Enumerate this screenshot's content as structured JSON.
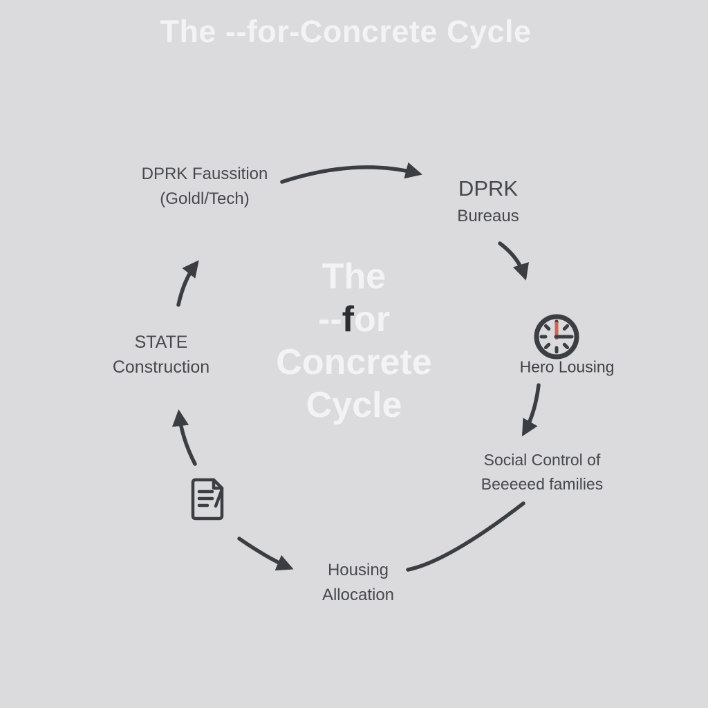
{
  "title": "The --for-Concrete Cycle",
  "center": {
    "line1": "The",
    "line2_prefix": "--",
    "line2_dark": "f",
    "line2_suffix": "or",
    "line3": "Concrete",
    "line4": "Cycle"
  },
  "nodes": {
    "faussition": {
      "line1": "DPRK Faussition",
      "line2": "(Goldl/Tech)"
    },
    "bureaus": {
      "line1": "DPRK",
      "line2": "Bureaus"
    },
    "hero": {
      "label": "Hero Lousing",
      "icon": "clock-icon"
    },
    "social": {
      "line1": "Social Control of",
      "line2": "Beeeeed families"
    },
    "housing": {
      "line1": "Housing",
      "line2": "Allocation"
    },
    "state": {
      "line1": "STATE",
      "line2": "Construction"
    },
    "document": {
      "icon": "document-icon"
    }
  },
  "colors": {
    "background": "#dbdbde",
    "light_text": "#f3f3f5",
    "node_text": "#45484d",
    "arrow": "#3a3d41",
    "center_dark_letter": "#2b2e31",
    "clock_hand_accent": "#d9604f"
  }
}
